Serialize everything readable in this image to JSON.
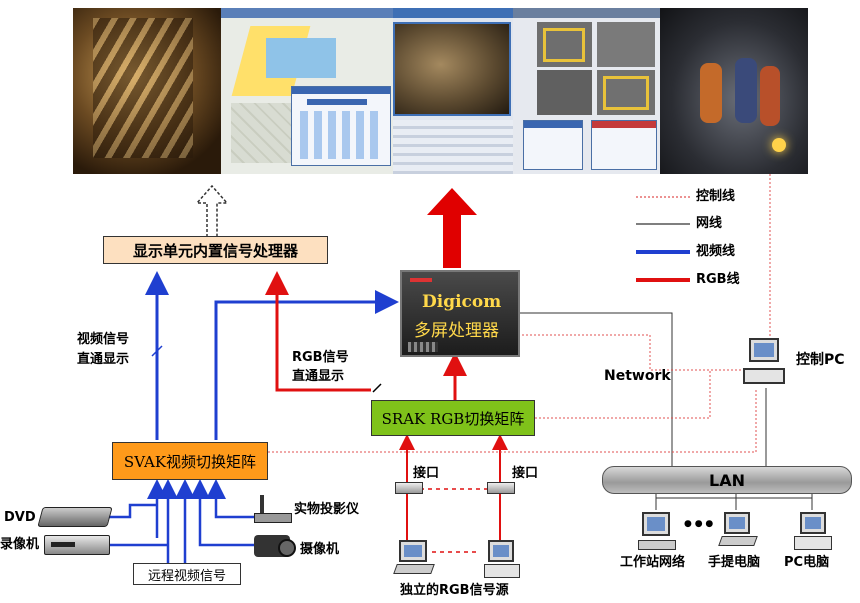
{
  "video_wall": {
    "panels": [
      "mine-equipment-photo",
      "gis-map-screen",
      "monitoring-dashboard-screen",
      "mine-tunnel-video",
      "camera-grid-screen",
      "miners-photo"
    ]
  },
  "builtin_processor": {
    "label": "显示单元内置信号处理器"
  },
  "multiscreen_processor": {
    "brand": "Digicom",
    "label": "多屏处理器"
  },
  "video_matrix": {
    "label": "SVAK视频切换矩阵"
  },
  "rgb_matrix": {
    "label": "SRAK RGB切换矩阵"
  },
  "video_direct": {
    "line1": "视频信号",
    "line2": "直通显示"
  },
  "rgb_direct": {
    "line1": "RGB信号",
    "line2": "直通显示"
  },
  "legend": {
    "items": [
      {
        "label": "控制线",
        "color": "#e05050",
        "style": "dotted"
      },
      {
        "label": "网线",
        "color": "#333333",
        "style": "solid"
      },
      {
        "label": "视频线",
        "color": "#1f3fd0",
        "style": "thick"
      },
      {
        "label": "RGB线",
        "color": "#e01010",
        "style": "thick"
      }
    ]
  },
  "network_label": "Network",
  "lan_label": "LAN",
  "control_pc": "控制PC",
  "sources": {
    "dvd": "DVD",
    "vcr": "录像机",
    "remote_video": "远程视频信号",
    "visualizer": "实物投影仪",
    "camera": "摄像机"
  },
  "rgb_sources": {
    "interface_left": "接口",
    "interface_right": "接口",
    "independent": "独立的RGB信号源"
  },
  "lan_clients": {
    "workstation": "工作站网络",
    "ellipsis": "● ● ●",
    "laptop": "手提电脑",
    "pc": "PC电脑"
  },
  "colors": {
    "video": "#1f3fd0",
    "rgb": "#e01010",
    "control": "#e05050",
    "net": "#333333",
    "builtin_box": "#fde0c0",
    "video_matrix_box": "#ff9a1a",
    "rgb_matrix_box": "#7fc21a"
  }
}
